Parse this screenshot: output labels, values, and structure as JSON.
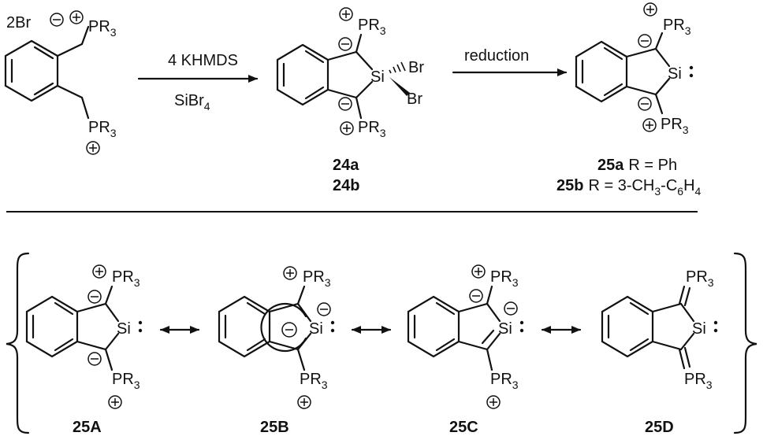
{
  "reagents": {
    "step1_top": "4 KHMDS",
    "step1_bottom_prefix": "SiBr",
    "step1_bottom_sub": "4",
    "step2_top": "reduction"
  },
  "start": {
    "counterion_prefix": "2Br",
    "phosphonium_prefix": "PR",
    "phosphonium_sub": "3"
  },
  "groups": {
    "pr_prefix": "PR",
    "pr_sub": "3",
    "si": "Si",
    "br": "Br"
  },
  "compounds": {
    "c24a": "24a",
    "c24b": "24b",
    "c25a": "25a",
    "c25a_def": "R = Ph",
    "c25b": "25b",
    "c25b_def_1": "R = 3-CH",
    "c25b_sub_1": "3",
    "c25b_def_2": "-C",
    "c25b_sub_2": "6",
    "c25b_def_3": "H",
    "c25b_sub_3": "4"
  },
  "resonance": {
    "labels": [
      "25A",
      "25B",
      "25C",
      "25D"
    ]
  }
}
